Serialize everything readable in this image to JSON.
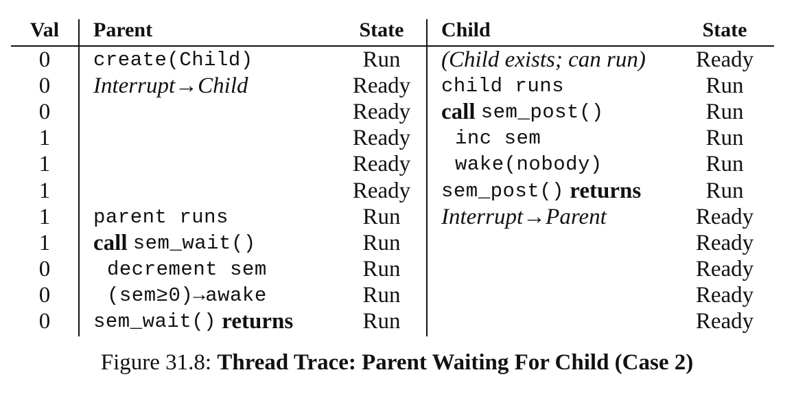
{
  "headers": {
    "val": "Val",
    "parent": "Parent",
    "parent_state": "State",
    "child": "Child",
    "child_state": "State"
  },
  "rows": [
    {
      "val": "0",
      "parent": {
        "segments": [
          {
            "text": "create(Child)",
            "style": "mono"
          }
        ]
      },
      "parent_state": "Run",
      "child": {
        "segments": [
          {
            "text": "(Child exists; can run)",
            "style": "italic"
          }
        ]
      },
      "child_state": "Ready"
    },
    {
      "val": "0",
      "parent": {
        "segments": [
          {
            "text": "Interrupt→Child",
            "style": "italic"
          }
        ]
      },
      "parent_state": "Ready",
      "child": {
        "segments": [
          {
            "text": "child runs",
            "style": "mono"
          }
        ]
      },
      "child_state": "Run"
    },
    {
      "val": "0",
      "parent": {
        "segments": []
      },
      "parent_state": "Ready",
      "child": {
        "segments": [
          {
            "text": "call ",
            "style": "bold"
          },
          {
            "text": "sem_post()",
            "style": "mono"
          }
        ]
      },
      "child_state": "Run"
    },
    {
      "val": "1",
      "parent": {
        "segments": []
      },
      "parent_state": "Ready",
      "child": {
        "indent": 1,
        "segments": [
          {
            "text": "inc sem",
            "style": "mono"
          }
        ]
      },
      "child_state": "Run"
    },
    {
      "val": "1",
      "parent": {
        "segments": []
      },
      "parent_state": "Ready",
      "child": {
        "indent": 1,
        "segments": [
          {
            "text": "wake(nobody)",
            "style": "mono"
          }
        ]
      },
      "child_state": "Run"
    },
    {
      "val": "1",
      "parent": {
        "segments": []
      },
      "parent_state": "Ready",
      "child": {
        "segments": [
          {
            "text": "sem_post()",
            "style": "mono"
          },
          {
            "text": " returns",
            "style": "bold"
          }
        ]
      },
      "child_state": "Run"
    },
    {
      "val": "1",
      "parent": {
        "segments": [
          {
            "text": "parent runs",
            "style": "mono"
          }
        ]
      },
      "parent_state": "Run",
      "child": {
        "segments": [
          {
            "text": "Interrupt→Parent",
            "style": "italic"
          }
        ]
      },
      "child_state": "Ready"
    },
    {
      "val": "1",
      "parent": {
        "segments": [
          {
            "text": "call ",
            "style": "bold"
          },
          {
            "text": "sem_wait()",
            "style": "mono"
          }
        ]
      },
      "parent_state": "Run",
      "child": {
        "segments": []
      },
      "child_state": "Ready"
    },
    {
      "val": "0",
      "parent": {
        "indent": 1,
        "segments": [
          {
            "text": "decrement sem",
            "style": "mono"
          }
        ]
      },
      "parent_state": "Run",
      "child": {
        "segments": []
      },
      "child_state": "Ready"
    },
    {
      "val": "0",
      "parent": {
        "indent": 1,
        "segments": [
          {
            "text": "(sem≥0)→awake",
            "style": "mono"
          }
        ]
      },
      "parent_state": "Run",
      "child": {
        "segments": []
      },
      "child_state": "Ready"
    },
    {
      "val": "0",
      "parent": {
        "segments": [
          {
            "text": "sem_wait()",
            "style": "mono"
          },
          {
            "text": " returns",
            "style": "bold"
          }
        ]
      },
      "parent_state": "Run",
      "child": {
        "segments": []
      },
      "child_state": "Ready"
    }
  ],
  "caption": {
    "label": "Figure 31.8: ",
    "title": "Thread Trace: Parent Waiting For Child (Case 2)"
  }
}
